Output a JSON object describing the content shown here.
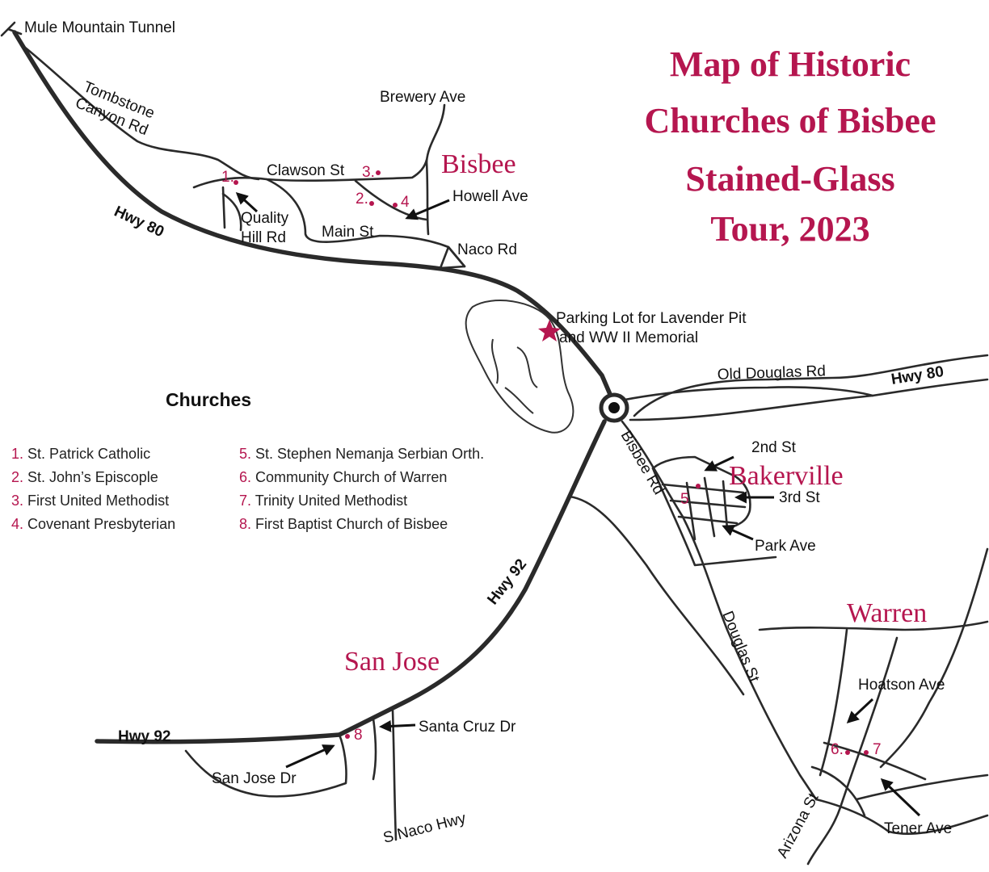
{
  "colors": {
    "accent": "#b5164f",
    "road": "#2a2a2a",
    "text": "#111111"
  },
  "title": {
    "lines": [
      "Map of Historic",
      "Churches of Bisbee",
      "Stained-Glass",
      "Tour, 2023"
    ]
  },
  "towns": {
    "bisbee": "Bisbee",
    "bakerville": "Bakerville",
    "warren": "Warren",
    "san_jose": "San Jose"
  },
  "roads": {
    "mule_mountain_tunnel": "Mule Mountain Tunnel",
    "tombstone_canyon_1": "Tombstone",
    "tombstone_canyon_2": "Canyon Rd",
    "brewery_ave": "Brewery Ave",
    "clawson_st": "Clawson St",
    "howell_ave": "Howell Ave",
    "quality_hill_1": "Quality",
    "quality_hill_2": "Hill Rd",
    "main_st": "Main St",
    "hwy80_west": "Hwy 80",
    "naco_rd": "Naco Rd",
    "parking_1": "Parking Lot for Lavender Pit",
    "parking_2": "and WW II Memorial",
    "old_douglas_rd": "Old Douglas Rd",
    "hwy80_east": "Hwy 80",
    "bisbee_rd": "Bisbee Rd",
    "second_st": "2nd St",
    "third_st": "3rd St",
    "park_ave": "Park Ave",
    "hwy92_north": "Hwy 92",
    "hwy92_west": "Hwy 92",
    "douglas_st": "Douglas St",
    "hoatson_ave": "Hoatson Ave",
    "santa_cruz_dr": "Santa Cruz Dr",
    "san_jose_dr": "San Jose Dr",
    "s_naco_hwy": "S Naco Hwy",
    "arizona_st": "Arizona St",
    "tener_ave": "Tener Ave"
  },
  "markers": {
    "m1": "1.",
    "m2": "2.",
    "m3": "3.",
    "m4": "4",
    "m5": "5",
    "m6": "6.",
    "m7": "7",
    "m8": "8"
  },
  "legend": {
    "title": "Churches",
    "items": [
      {
        "num": "1.",
        "name": "St. Patrick Catholic"
      },
      {
        "num": "2.",
        "name": "St. John’s Episcople"
      },
      {
        "num": "3.",
        "name": "First United Methodist"
      },
      {
        "num": "4.",
        "name": "Covenant Presbyterian"
      },
      {
        "num": "5.",
        "name": "St. Stephen Nemanja Serbian Orth."
      },
      {
        "num": "6.",
        "name": "Community Church of Warren"
      },
      {
        "num": "7.",
        "name": "Trinity United Methodist"
      },
      {
        "num": "8.",
        "name": "First Baptist Church of Bisbee"
      }
    ]
  },
  "icons": {
    "parking": "star-icon",
    "roundabout": "traffic-circle-icon"
  }
}
